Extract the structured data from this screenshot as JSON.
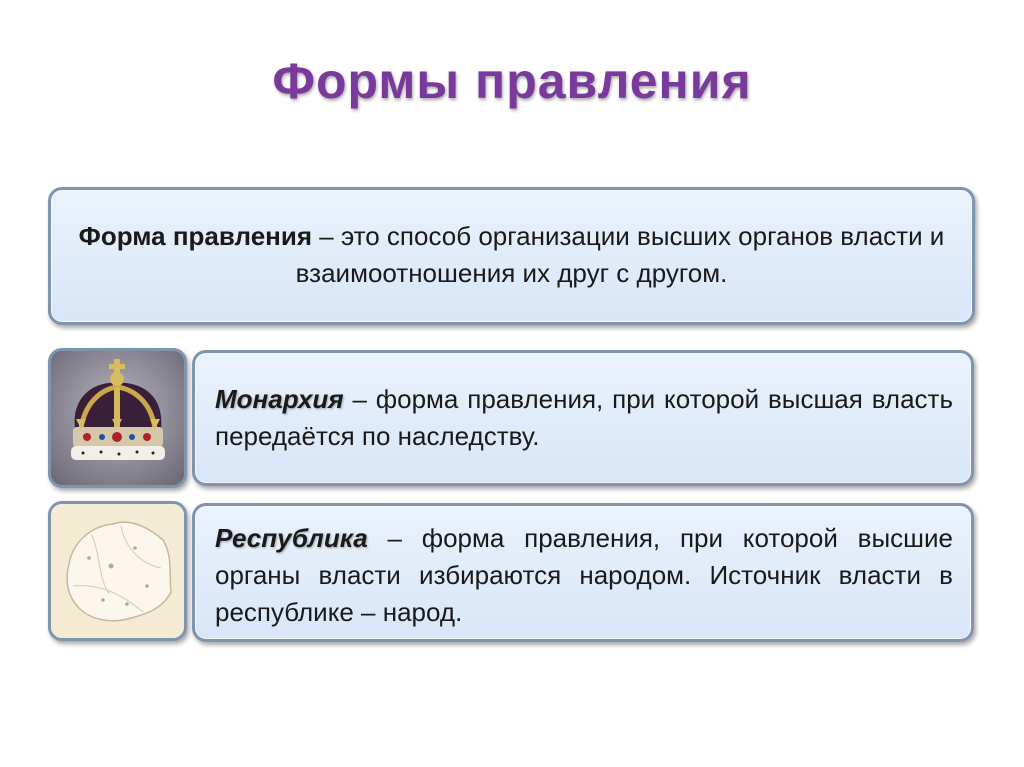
{
  "title": "Формы правления",
  "definition": {
    "term": "Форма правления",
    "text": " – это способ организации высших органов власти и взаимоотношения их друг с другом."
  },
  "monarchy": {
    "term": "Монархия",
    "text": " – форма правления, при которой высшая власть передаётся по наследству.",
    "image_icon": "crown-image"
  },
  "republic": {
    "term": "Республика",
    "text": " – форма правления, при которой высшие органы власти избираются народом. Источник власти в республике – народ.",
    "image_icon": "map-image"
  },
  "colors": {
    "title": "#7a3a9c",
    "card_border": "#7f95ad",
    "card_fill": "#dfeaf9"
  }
}
